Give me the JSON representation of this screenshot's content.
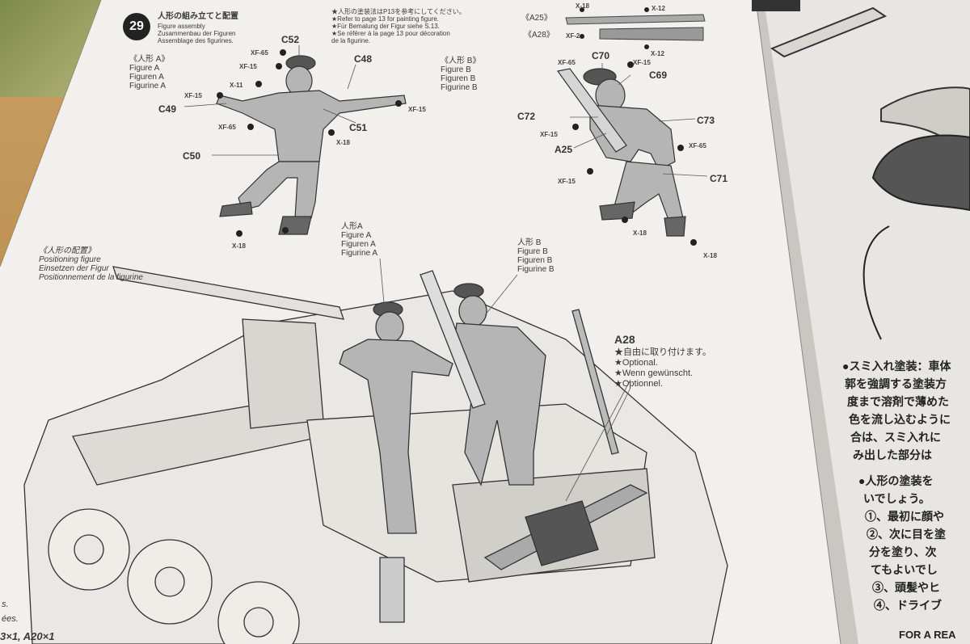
{
  "step": {
    "number": "29",
    "title_jp": "人形の組み立てと配置",
    "titles": [
      "Figure assembly",
      "Zusammenbau der Figuren",
      "Assemblage des figurines."
    ]
  },
  "painting_note": {
    "lines": [
      "★人形の塗装法はP13を参考にしてください。",
      "★Refer to page 13 for painting figure.",
      "★Für Bemalung der Figur siehe S.13.",
      "★Se référer à la page 13 pour décoration",
      "de la figurine."
    ]
  },
  "antenna_parts": {
    "a25": {
      "label": "《A25》",
      "colors": [
        "X-18",
        "X-12"
      ]
    },
    "a28": {
      "label": "《A28》",
      "colors": [
        "XF-2",
        "X-12"
      ]
    }
  },
  "figure_a": {
    "header": [
      "《人形 A》",
      "Figure A",
      "Figuren A",
      "Figurine A"
    ],
    "parts": [
      "C52",
      "C48",
      "C49",
      "C51",
      "C50"
    ],
    "paints": [
      "XF-65",
      "XF-15",
      "X-11",
      "XF-15",
      "XF-65",
      "X-18",
      "XF-15",
      "X-18"
    ]
  },
  "figure_b": {
    "header": [
      "《人形 B》",
      "Figure B",
      "Figuren B",
      "Figurine B"
    ],
    "parts": [
      "C70",
      "C69",
      "C72",
      "C73",
      "A25",
      "C71"
    ],
    "paints": [
      "XF-65",
      "XF-15",
      "XF-15",
      "XF-65",
      "XF-15",
      "X-18",
      "X-18"
    ]
  },
  "positioning": {
    "header": [
      "《人形の配置》",
      "Positioning figure",
      "Einsetzen der Figur",
      "Positionnement de la figurine"
    ],
    "fig_a_label": [
      "人形A",
      "Figure A",
      "Figuren A",
      "Figurine A"
    ],
    "fig_b_label": [
      "人形 B",
      "Figure B",
      "Figuren B",
      "Figurine B"
    ]
  },
  "a28_note": {
    "title": "A28",
    "lines": [
      "★自由に取り付けます。",
      "★Optional.",
      "★Wenn gewünscht.",
      "★Optionnel."
    ]
  },
  "right_page": {
    "lines": [
      "●スミ入れ塗装：車体",
      "郭を強調する塗装方",
      "度まで溶剤で薄めた",
      "色を流し込むように",
      "合は、スミ入れに",
      "み出した部分は",
      "●人形の塗装を",
      "いでしょう。",
      "①、最初に顔や",
      "②、次に目を塗",
      "分を塗り、次",
      "てもよいでし",
      "③、頭髪やヒ",
      "④、ドライブ"
    ],
    "footer": "FOR A REA"
  },
  "bottom_left_fragment": [
    "s.",
    "ées.",
    "3×1, A20×1"
  ]
}
